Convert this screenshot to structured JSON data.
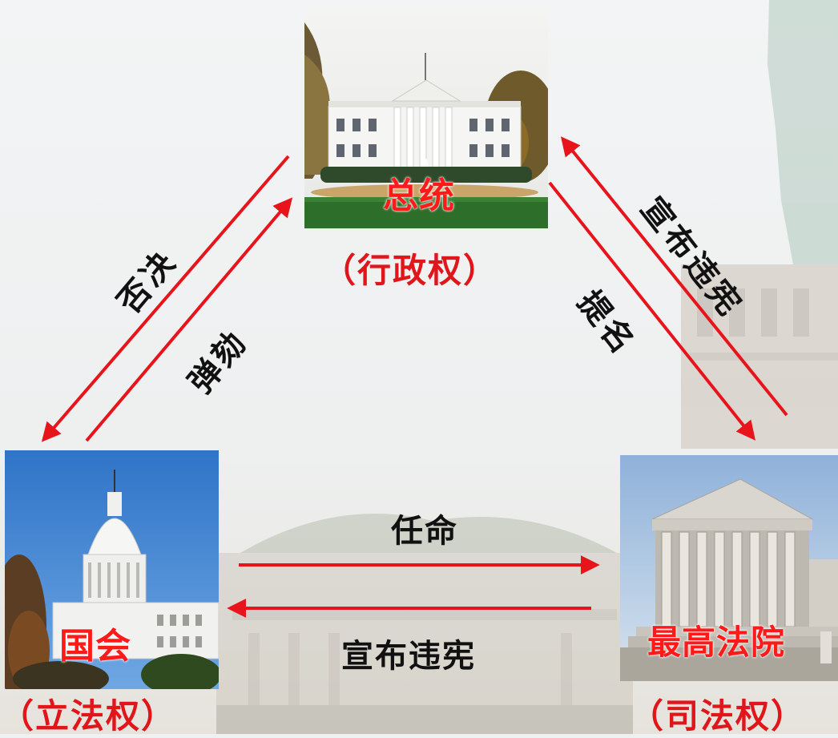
{
  "nodes": {
    "president": {
      "label": "总统",
      "power": "（行政权）"
    },
    "congress": {
      "label": "国会",
      "power": "（立法权）"
    },
    "court": {
      "label": "最高法院",
      "power": "（司法权）"
    }
  },
  "relations": {
    "veto": "否决",
    "impeach": "弹劾",
    "nominate": "提名",
    "declare_unconstitutional_exec": "宣布违宪",
    "appoint": "任命",
    "declare_unconstitutional_leg": "宣布违宪"
  },
  "colors": {
    "arrow": "#e8141c",
    "label_red": "#ff1a1a",
    "text": "#111111"
  }
}
